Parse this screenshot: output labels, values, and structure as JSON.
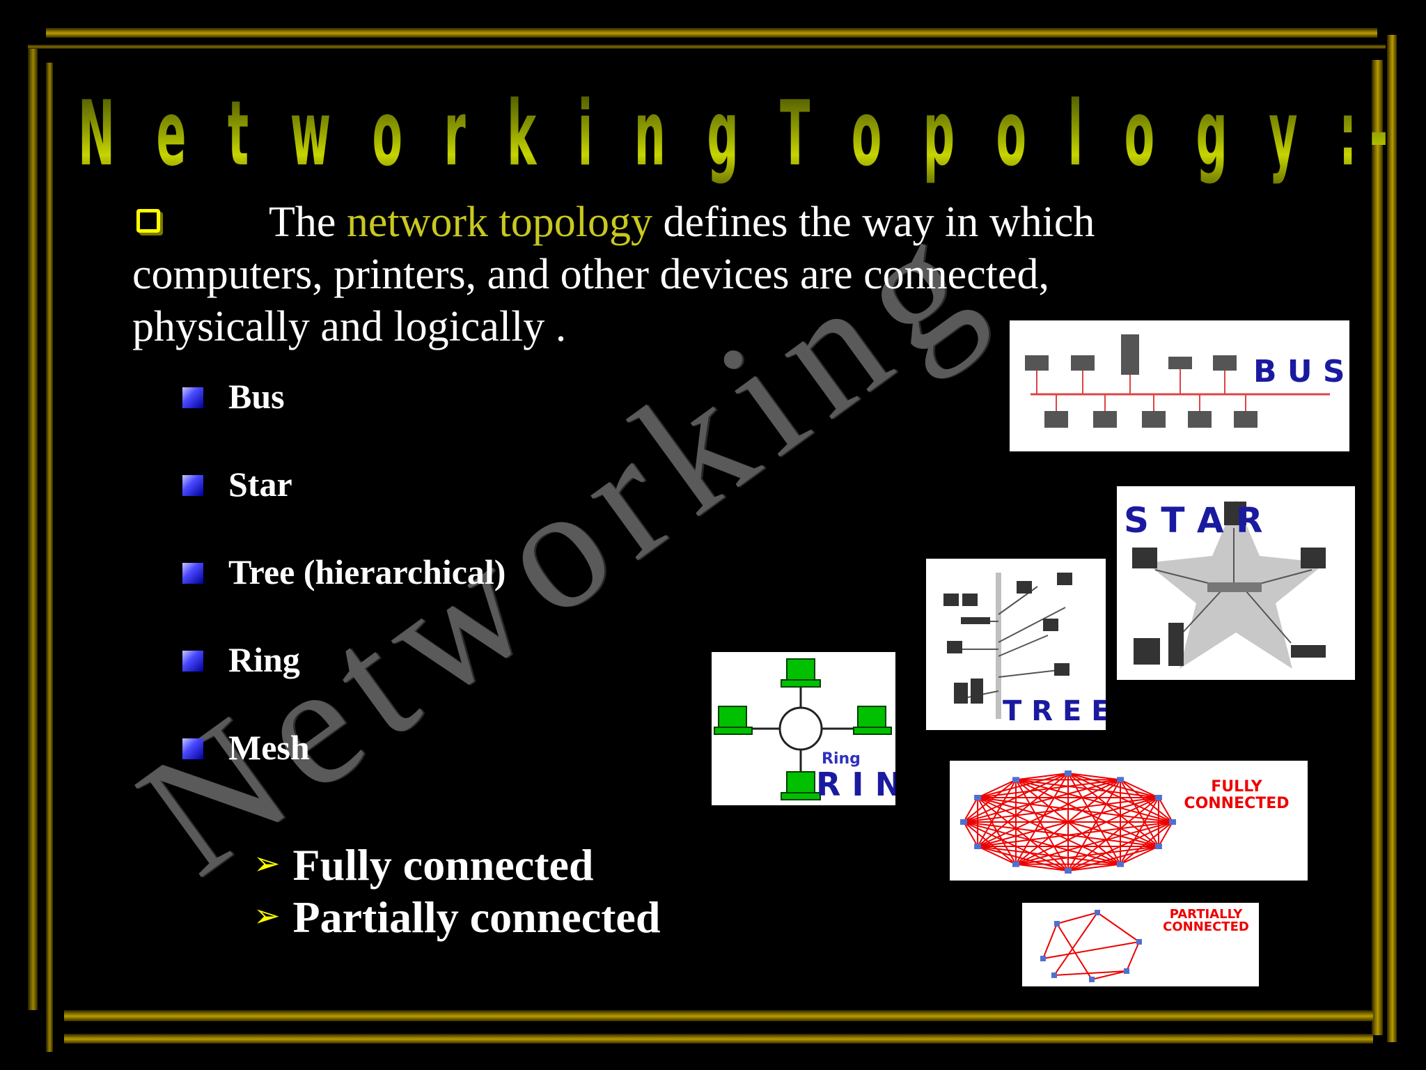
{
  "title": "N e t w o r k i n g T o p o l o g y :-",
  "watermark": "Networking",
  "intro": {
    "lead": "The",
    "highlight": "network topology",
    "rest": "defines the way in which computers, printers, and other devices are connected, physically and logically ."
  },
  "bullets": [
    "Bus",
    "Star",
    "Tree (hierarchical)",
    "Ring",
    "Mesh"
  ],
  "sub_bullets": [
    "Fully connected",
    "Partially connected"
  ],
  "figures": {
    "bus": "B U S",
    "star": "S T A R",
    "tree": "T R E E",
    "ring_small": "Ring",
    "ring": "R I N G",
    "fully": [
      "FULLY",
      "CONNECTED"
    ],
    "partially": [
      "PARTIALLY",
      "CONNECTED"
    ]
  },
  "colors": {
    "background": "#000000",
    "frame": "#b89b00",
    "highlight": "#c8c820",
    "arrow": "#ffff00",
    "bullet": "#3030ff"
  }
}
